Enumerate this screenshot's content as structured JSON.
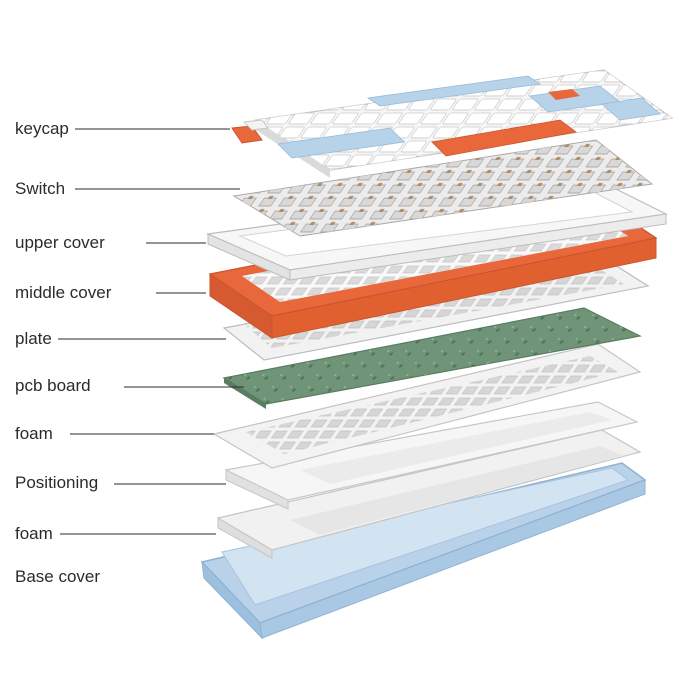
{
  "labels": {
    "keycap": "keycap",
    "switch": "Switch",
    "upper_cover": "upper cover",
    "middle_cover": "middle cover",
    "plate": "plate",
    "pcb_board": "pcb board",
    "foam_top": "foam",
    "positioning": "Positioning",
    "foam_bottom": "foam",
    "base_cover": "Base cover"
  },
  "colors": {
    "orange": "#e9683b",
    "light_blue": "#b7d3ea",
    "white": "#f4f4f4",
    "pcb_green": "#6f9478",
    "base_blue": "#b9d2ea"
  }
}
